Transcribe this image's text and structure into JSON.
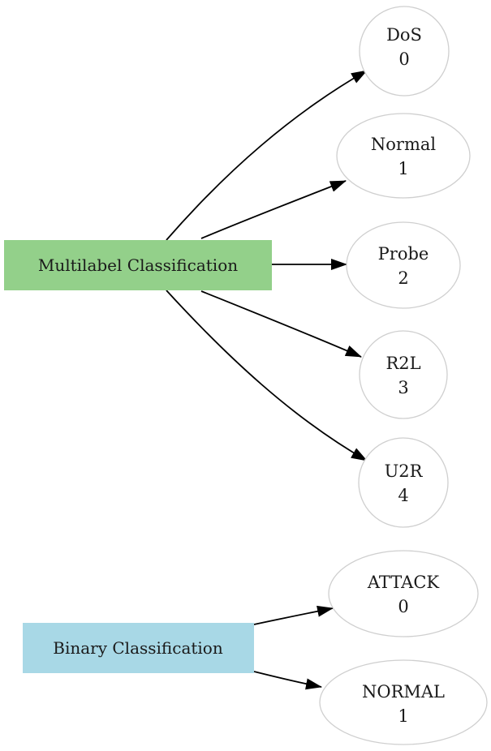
{
  "multilabel": {
    "label": "Multilabel Classification",
    "color": "#93d08a",
    "classes": [
      {
        "name": "DoS",
        "code": "0"
      },
      {
        "name": "Normal",
        "code": "1"
      },
      {
        "name": "Probe",
        "code": "2"
      },
      {
        "name": "R2L",
        "code": "3"
      },
      {
        "name": "U2R",
        "code": "4"
      }
    ]
  },
  "binary": {
    "label": "Binary Classification",
    "color": "#a8d8e6",
    "classes": [
      {
        "name": "ATTACK",
        "code": "0"
      },
      {
        "name": "NORMAL",
        "code": "1"
      }
    ]
  }
}
